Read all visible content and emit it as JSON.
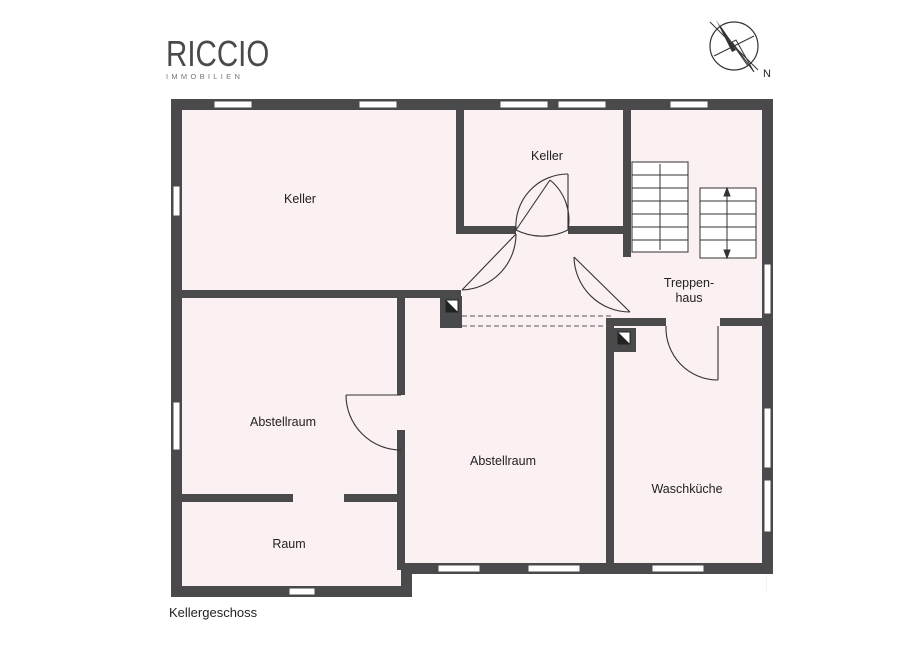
{
  "brand": {
    "name": "RICCIO",
    "subtitle": "IMMOBILIEN"
  },
  "compass": {
    "north_label": "N"
  },
  "floor_label": "Kellergeschoss",
  "rooms": {
    "keller_left": "Keller",
    "keller_top": "Keller",
    "treppenhaus_line1": "Treppen-",
    "treppenhaus_line2": "haus",
    "abstellraum_left": "Abstellraum",
    "abstellraum_center": "Abstellraum",
    "waschkueche": "Waschküche",
    "raum": "Raum"
  },
  "colors": {
    "wall": "#4a4a4c",
    "floor": "#fbf0f2",
    "window": "#ffffff",
    "door_line": "#333333"
  }
}
